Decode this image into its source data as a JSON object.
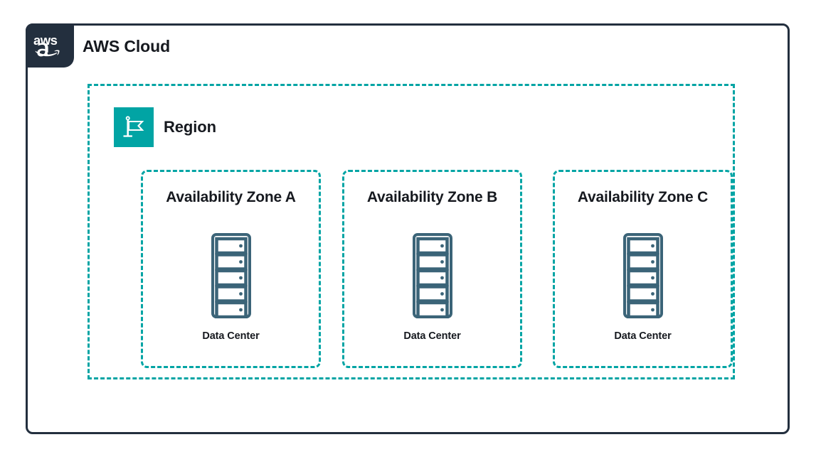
{
  "diagram": {
    "type": "aws-architecture-diagram",
    "colors": {
      "aws_navy": "#232F3E",
      "region_teal": "#01A4A4",
      "rack_slate": "#3B6478",
      "text_black": "#16191F",
      "background": "#FFFFFF"
    },
    "cloud": {
      "title": "AWS Cloud",
      "logo_icon": "aws-logo-icon",
      "border_style": "solid",
      "border_color": "#232F3E"
    },
    "region": {
      "title": "Region",
      "icon": "region-flag-icon",
      "border_style": "dashed",
      "border_color": "#01A4A4"
    },
    "availability_zones": [
      {
        "title": "Availability Zone A",
        "icon": "server-rack-icon",
        "resource_label": "Data Center",
        "rack_slots": 5
      },
      {
        "title": "Availability Zone B",
        "icon": "server-rack-icon",
        "resource_label": "Data Center",
        "rack_slots": 5
      },
      {
        "title": "Availability Zone C",
        "icon": "server-rack-icon",
        "resource_label": "Data Center",
        "rack_slots": 5
      }
    ]
  }
}
